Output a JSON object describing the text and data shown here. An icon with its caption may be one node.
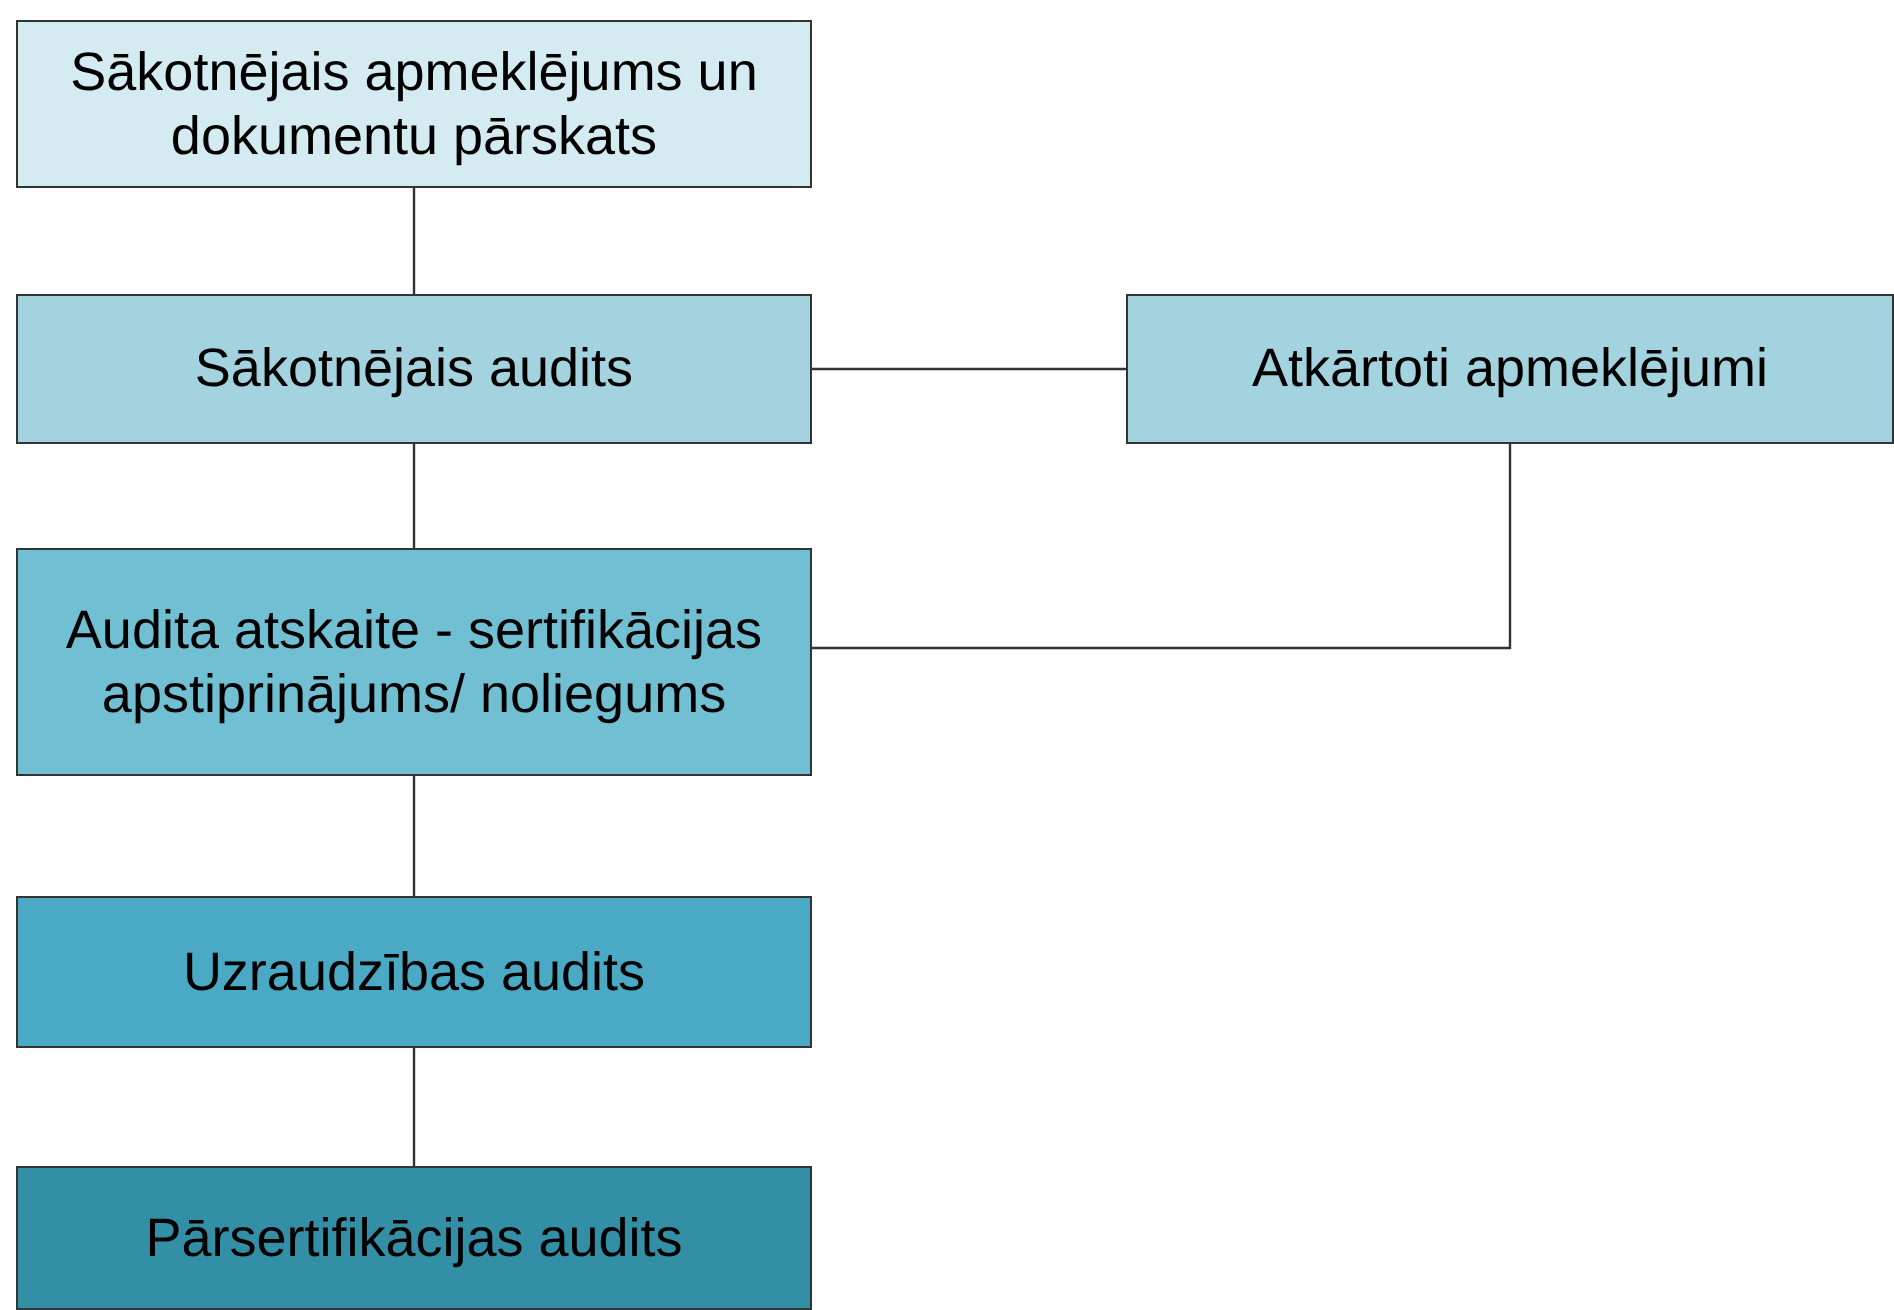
{
  "diagram": {
    "nodes": [
      {
        "text": [
          "Sākotnējais apmeklējums un dokumentu pārskats"
        ]
      },
      {
        "text": [
          "Sākotnējais audits"
        ]
      },
      {
        "text": [
          "Atkārtoti apmeklējumi"
        ]
      },
      {
        "text": [
          "Audita atskaite - sertifikācijas apstiprinājums/ noliegums"
        ]
      },
      {
        "text": [
          "Uzraudzības audits"
        ]
      },
      {
        "text": [
          "Pārsertifikācijas audits"
        ]
      }
    ],
    "edges": [
      {
        "from": 0,
        "to": 1,
        "arrow": "none"
      },
      {
        "from": 1,
        "to": 2,
        "arrow": "none"
      },
      {
        "from": 2,
        "to": 3,
        "arrow": "none"
      },
      {
        "from": 1,
        "to": 3,
        "arrow": "none"
      },
      {
        "from": 3,
        "to": 4,
        "arrow": "none"
      },
      {
        "from": 4,
        "to": 5,
        "arrow": "none"
      }
    ]
  }
}
